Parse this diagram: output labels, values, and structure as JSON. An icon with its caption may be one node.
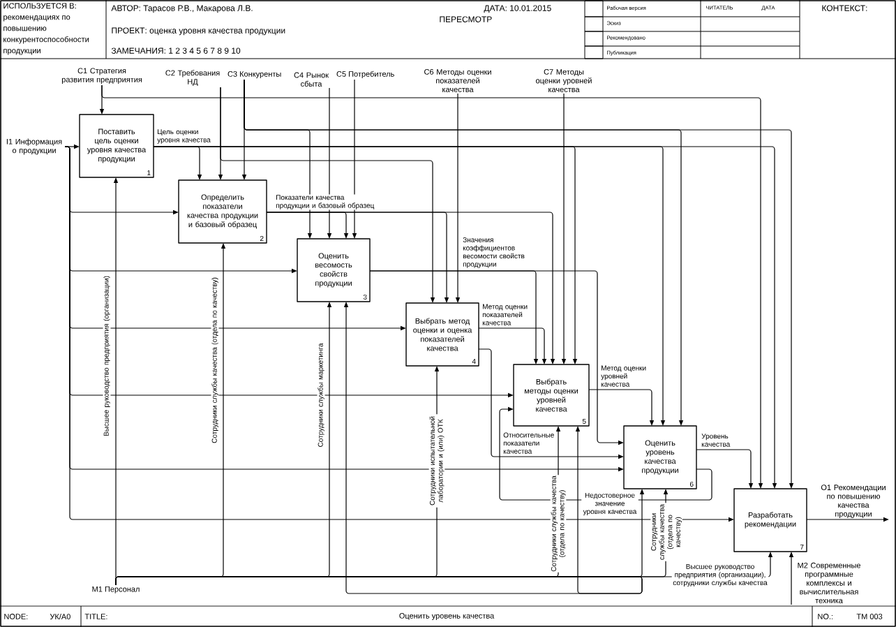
{
  "diagram": {
    "nodes": [
      {
        "text": [
          "Поставить цель оценки уровня качества продукции",
          "1"
        ]
      },
      {
        "text": [
          "Определить показатели качества продукции и базовый образец",
          "2"
        ]
      },
      {
        "text": [
          "Оценить весомость свойств продукции",
          "3"
        ]
      },
      {
        "text": [
          "Выбрать метод оценки и оценка показателей качества",
          "4"
        ]
      },
      {
        "text": [
          "Выбрать методы оценки уровней качества",
          "5"
        ]
      },
      {
        "text": [
          "Оценить уровень качества продукции",
          "6"
        ]
      },
      {
        "text": [
          "Разработать рекомендации",
          "7"
        ]
      },
      {
        "text": [
          "C1 Стратегия развития предприятия"
        ]
      },
      {
        "text": [
          "C2 Требования НД"
        ]
      },
      {
        "text": [
          "C3 Конкуренты"
        ]
      },
      {
        "text": [
          "C4 Рынок сбыта"
        ]
      },
      {
        "text": [
          "C5 Потребитель"
        ]
      },
      {
        "text": [
          "C6 Методы оценки показателей качества"
        ]
      },
      {
        "text": [
          "C7 Методы оценки уровней качества"
        ]
      },
      {
        "text": [
          "I1 Информация о продукции"
        ]
      },
      {
        "text": [
          "O1 Рекомендации по повышению качества продукции"
        ]
      },
      {
        "text": [
          "M1 Персонал"
        ]
      },
      {
        "text": [
          "M2 Современные программные комплексы и вычислительная техника"
        ]
      }
    ],
    "edges": [
      {
        "from": 7,
        "to": 0,
        "arrow": "to"
      },
      {
        "from": 7,
        "to": 6,
        "arrow": "to"
      },
      {
        "from": 8,
        "to": 1,
        "arrow": "to"
      },
      {
        "from": 8,
        "to": 3,
        "arrow": "to"
      },
      {
        "from": 9,
        "to": 1,
        "arrow": "to"
      },
      {
        "from": 9,
        "to": 2,
        "arrow": "to"
      },
      {
        "from": 9,
        "to": 5,
        "arrow": "to"
      },
      {
        "from": 9,
        "to": 6,
        "arrow": "to"
      },
      {
        "from": 10,
        "to": 2,
        "arrow": "to"
      },
      {
        "from": 11,
        "to": 2,
        "arrow": "to"
      },
      {
        "from": 12,
        "to": 3,
        "arrow": "to"
      },
      {
        "from": 13,
        "to": 4,
        "arrow": "to"
      },
      {
        "from": 14,
        "to": 0,
        "arrow": "to"
      },
      {
        "from": 14,
        "to": 1,
        "arrow": "to"
      },
      {
        "from": 14,
        "to": 2,
        "arrow": "to"
      },
      {
        "from": 14,
        "to": 3,
        "arrow": "to"
      },
      {
        "from": 14,
        "to": 4,
        "arrow": "to"
      },
      {
        "from": 14,
        "to": 5,
        "arrow": "to"
      },
      {
        "from": 14,
        "to": 6,
        "arrow": "to"
      },
      {
        "from": 0,
        "to": 1,
        "arrow": "to",
        "label": "Цель оценки уровня качества"
      },
      {
        "from": 0,
        "to": 4,
        "arrow": "to"
      },
      {
        "from": 0,
        "to": 5,
        "arrow": "to"
      },
      {
        "from": 0,
        "to": 6,
        "arrow": "to"
      },
      {
        "from": 1,
        "to": 2,
        "arrow": "to",
        "label": "Показатели качества продукции и базовый образец"
      },
      {
        "from": 1,
        "to": 3,
        "arrow": "to"
      },
      {
        "from": 1,
        "to": 4,
        "arrow": "to"
      },
      {
        "from": 2,
        "to": 4,
        "arrow": "to",
        "label": "Значения коэффициентов весомости свойств продукции"
      },
      {
        "from": 2,
        "to": 5,
        "arrow": "to"
      },
      {
        "from": 3,
        "to": 4,
        "arrow": "to",
        "label": "Метод оценки показателей качества"
      },
      {
        "from": 3,
        "to": 5,
        "arrow": "to",
        "label": "Относительные показатели качества"
      },
      {
        "from": 4,
        "to": 5,
        "arrow": "to",
        "label": "Метод оценки уровней качества"
      },
      {
        "from": 5,
        "to": 6,
        "arrow": "to",
        "label": "Уровень качества"
      },
      {
        "from": 5,
        "to": 4,
        "arrow": "to",
        "label": "Недостоверное значение уровня качества"
      },
      {
        "from": 6,
        "to": 15,
        "arrow": "to"
      },
      {
        "from": 16,
        "to": 0,
        "arrow": "to",
        "label": "Высшее руководство предприятия (организации)"
      },
      {
        "from": 16,
        "to": 1,
        "arrow": "to",
        "label": "Сотрудники службы качества (отдела по качеству)"
      },
      {
        "from": 16,
        "to": 2,
        "arrow": "to",
        "label": "Сотрудники службы маркетинга"
      },
      {
        "from": 16,
        "to": 2,
        "arrow": "to"
      },
      {
        "from": 16,
        "to": 3,
        "arrow": "to",
        "label": "Сотрудники испытательной лаборатории и (или) ОТК"
      },
      {
        "from": 16,
        "to": 4,
        "arrow": "to",
        "label": "Сотрудники службы качества (отдела по качеству)"
      },
      {
        "from": 16,
        "to": 4,
        "arrow": "to"
      },
      {
        "from": 16,
        "to": 5,
        "arrow": "to"
      },
      {
        "from": 16,
        "to": 5,
        "arrow": "to",
        "label": "Сотрудники службы качества (отдела по качеству)"
      },
      {
        "from": 16,
        "to": 6,
        "arrow": "to",
        "label": "Высшее руководство предприятия (организации), сотрудники службы качества"
      },
      {
        "from": 17,
        "to": 6,
        "arrow": "to"
      }
    ],
    "labels": [
      "ИСПОЛЬЗУЕТСЯ В: рекомендациях по повышению конкурентоспособности продукции",
      "АВТОР: Тарасов Р.В., Макарова Л.В.",
      "ДАТА: 10.01.2015",
      "ПЕРЕСМОТР",
      "ПРОЕКТ: оценка уровня качества продукции",
      "ЗАМЕЧАНИЯ: 1 2 3 4 5 6 7 8 9 10",
      "Рабочая версия",
      "ЧИТАТЕЛЬ",
      "ДАТА",
      "КОНТЕКСТ:",
      "Эскиз",
      "Рекомендовано",
      "Публикация",
      "NODE:",
      "УК/А0",
      "TITLE:",
      "Оценить уровень качества",
      "NO.:",
      "ТМ 003"
    ]
  }
}
